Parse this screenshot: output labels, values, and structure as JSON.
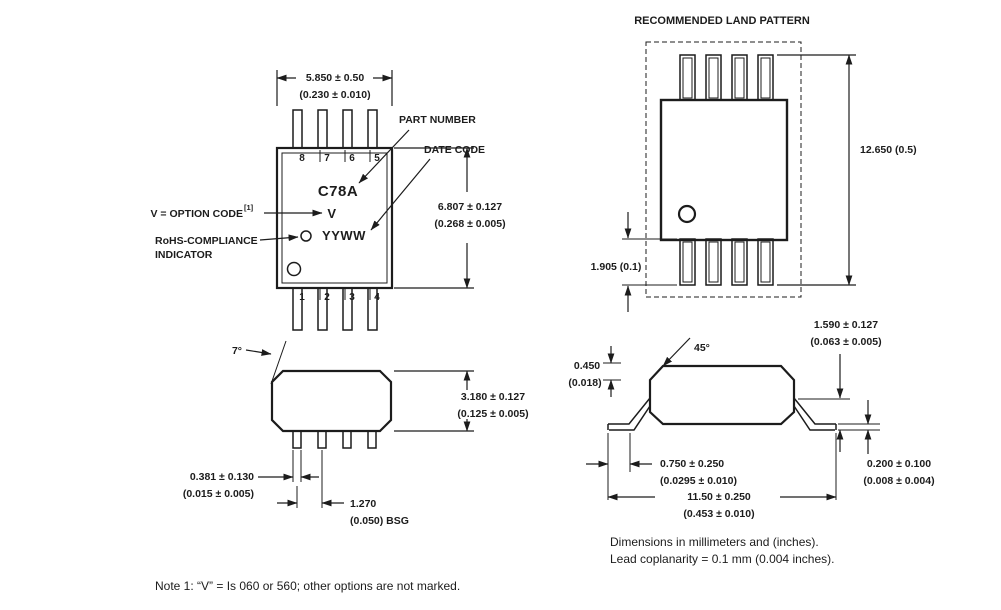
{
  "colors": {
    "ink": "#1c1c1c",
    "background": "#ffffff"
  },
  "top_view": {
    "width_mm": "5.850 ± 0.50",
    "width_in": "(0.230 ± 0.010)",
    "body_length_mm": "6.807 ± 0.127",
    "body_length_in": "(0.268 ± 0.005)",
    "part_number_label": "PART NUMBER",
    "date_code_label": "DATE CODE",
    "option_code_label": "V = OPTION CODE",
    "option_code_note_ref": "[1]",
    "rohs_label_line1": "RoHS-COMPLIANCE",
    "rohs_label_line2": "INDICATOR",
    "marking_part_number": "C78A",
    "marking_option_code": "V",
    "marking_date_code": "YYWW",
    "pin_numbers_top": [
      "8",
      "7",
      "6",
      "5"
    ],
    "pin_numbers_bottom": [
      "1",
      "2",
      "3",
      "4"
    ]
  },
  "side_view": {
    "lead_angle": "7°",
    "height_mm": "3.180 ± 0.127",
    "height_in": "(0.125 ± 0.005)",
    "lead_width_mm": "0.381 ± 0.130",
    "lead_width_in": "(0.015 ± 0.005)",
    "lead_pitch_mm": "1.270",
    "lead_pitch_in": "(0.050) BSG"
  },
  "land_pattern": {
    "title": "RECOMMENDED LAND PATTERN",
    "overall_length": "12.650 (0.5)",
    "pad_length": "1.905 (0.1)"
  },
  "profile_view": {
    "chamfer_angle": "45°",
    "standoff_mm": "0.450",
    "standoff_in": "(0.018)",
    "lead_height_mm": "1.590 ± 0.127",
    "lead_height_in": "(0.063 ± 0.005)",
    "foot_length_mm": "0.750 ± 0.250",
    "foot_length_in": "(0.0295 ± 0.010)",
    "lead_thickness_mm": "0.200 ± 0.100",
    "lead_thickness_in": "(0.008 ± 0.004)",
    "overall_width_mm": "11.50 ± 0.250",
    "overall_width_in": "(0.453 ± 0.010)"
  },
  "notes": {
    "units_line1": "Dimensions in millimeters and (inches).",
    "units_line2": "Lead coplanarity = 0.1 mm (0.004 inches).",
    "note1": "Note 1: “V” = Is 060 or 560; other options are not marked."
  }
}
